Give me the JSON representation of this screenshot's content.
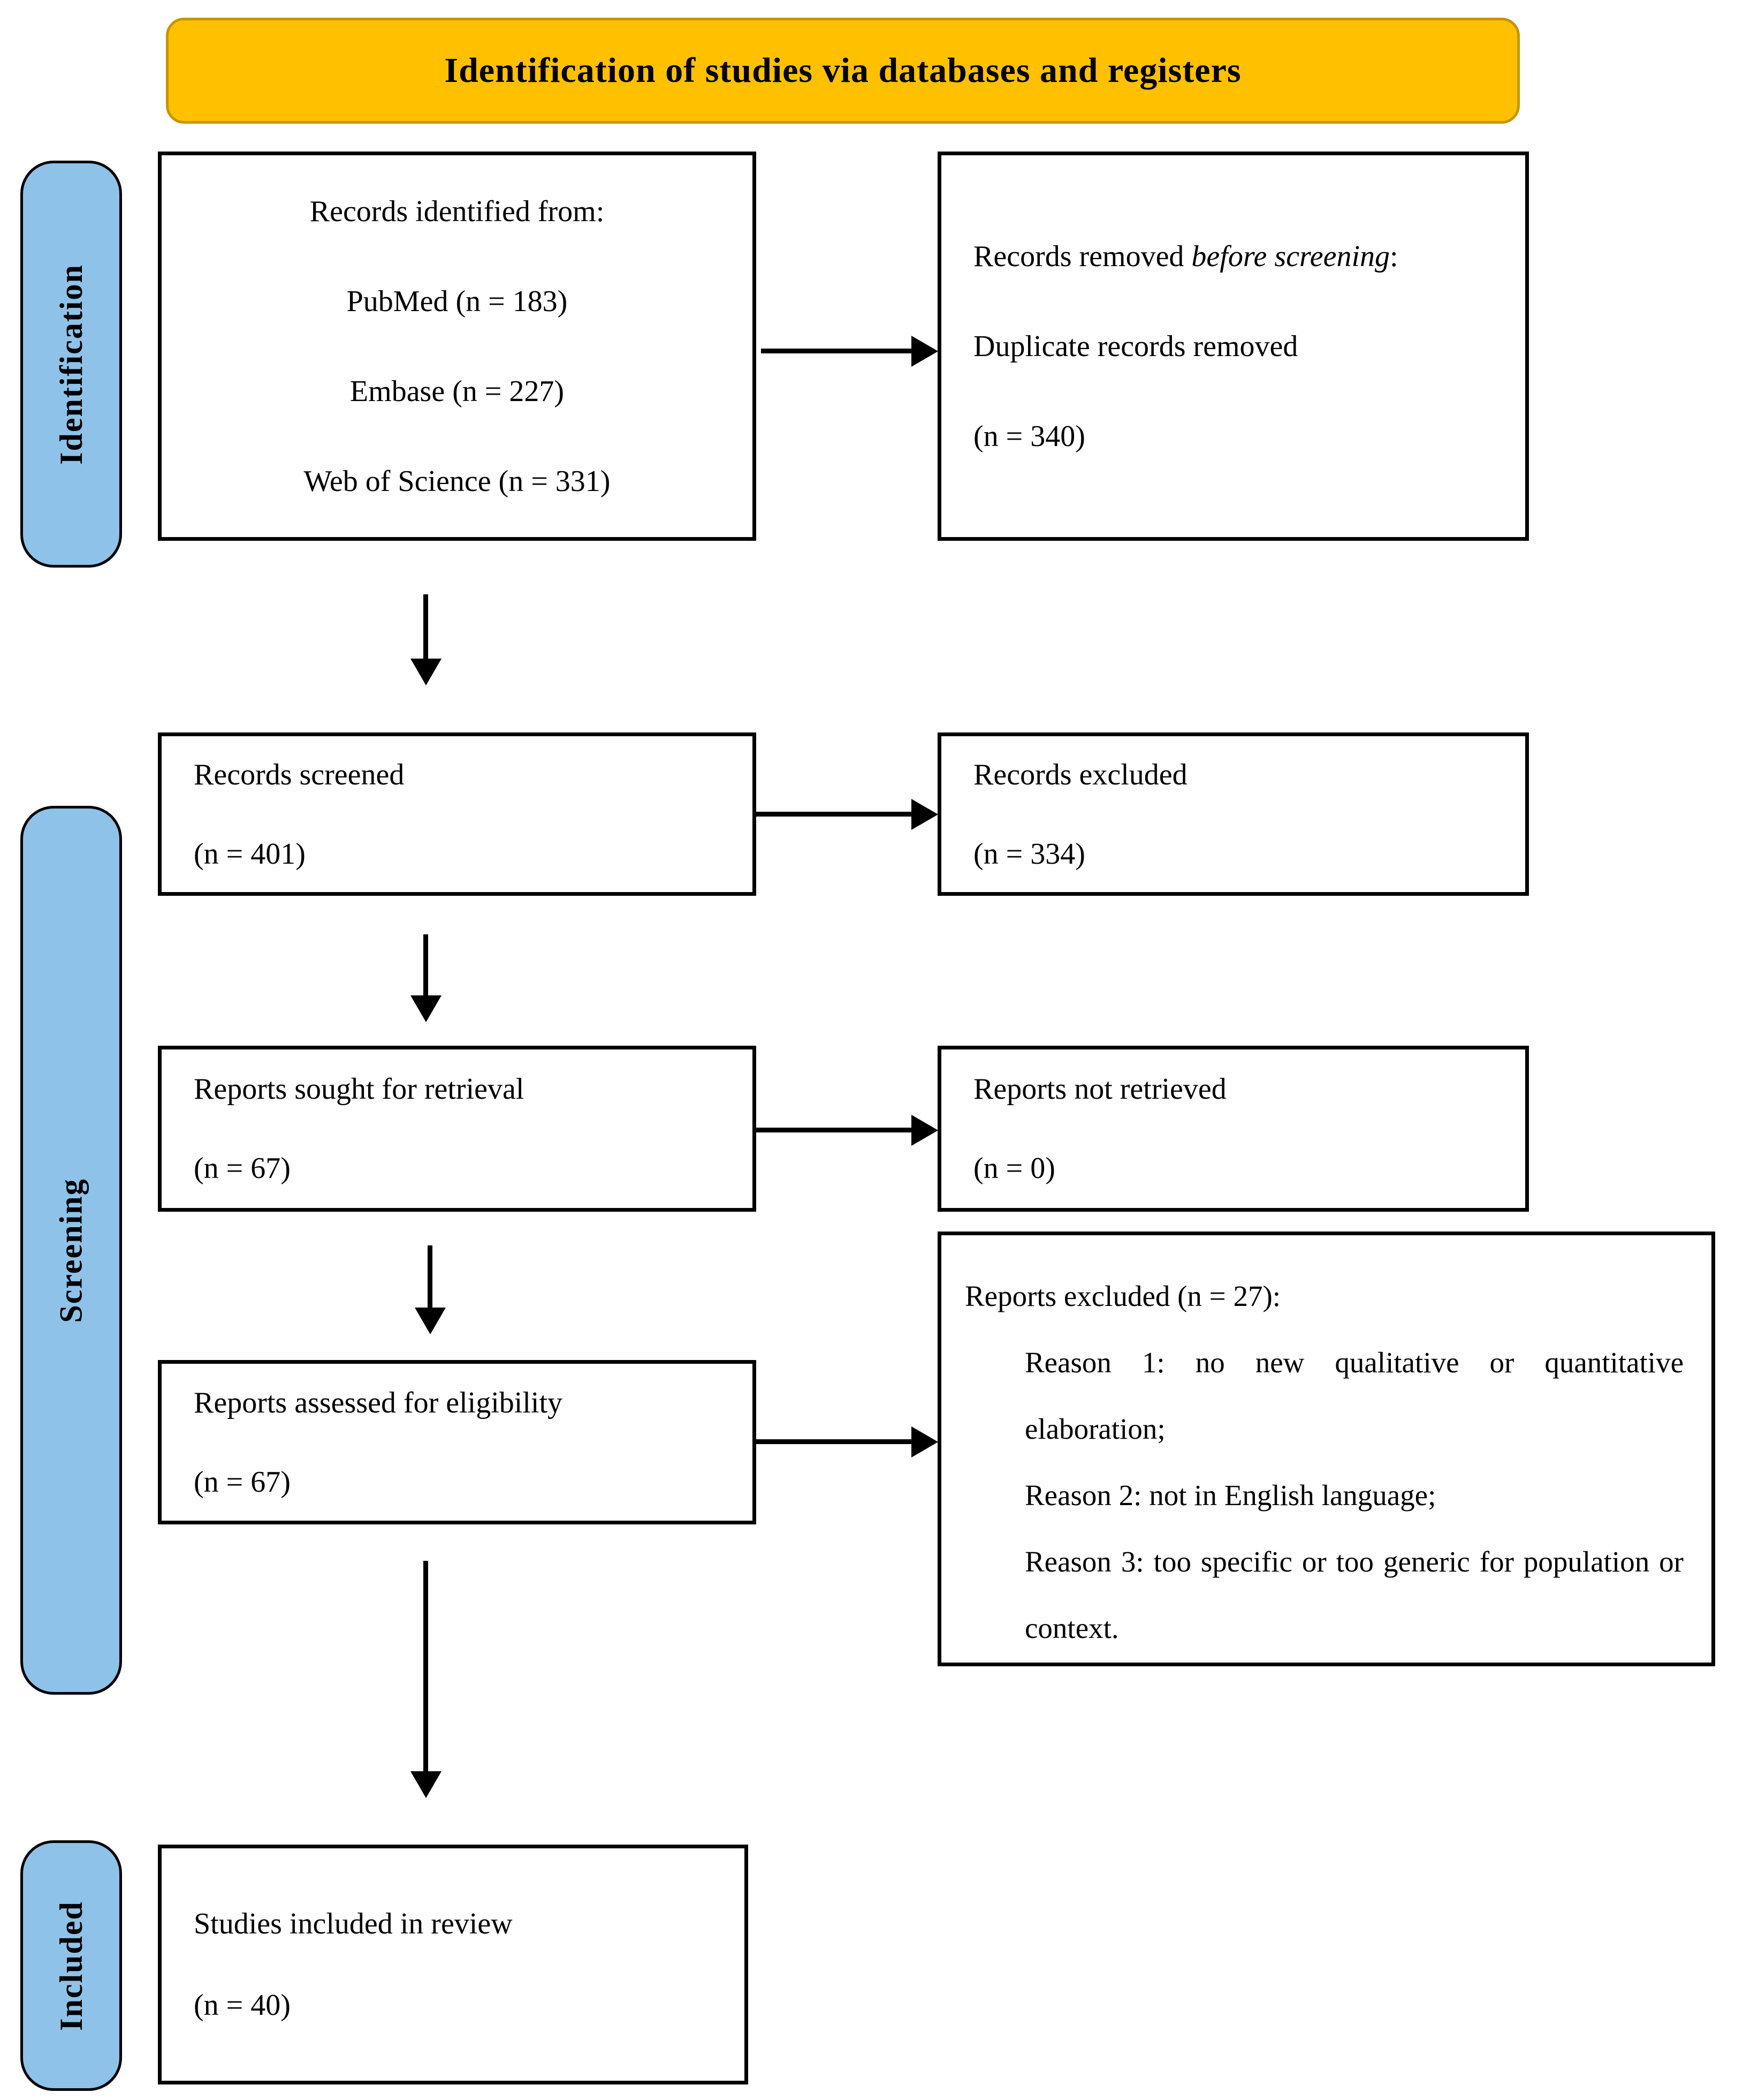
{
  "colors": {
    "banner-bg": "#FFC000",
    "banner-border": "#C79500",
    "stage-bg": "#8EC2E8",
    "line": "#000000"
  },
  "banner": {
    "title": "Identification of studies via databases and registers"
  },
  "stages": {
    "identification": "Identification",
    "screening": "Screening",
    "included": "Included"
  },
  "boxes": {
    "records_identified": {
      "lines": [
        "Records identified from:",
        "PubMed (n = 183)",
        "Embase (n = 227)",
        "Web of Science (n = 331)"
      ]
    },
    "records_removed": {
      "prefix": "Records removed ",
      "italic": "before screening",
      "suffix": ":",
      "line2": "Duplicate records removed",
      "count": "(n = 340)"
    },
    "records_screened": {
      "line1": "Records screened",
      "count": "(n = 401)"
    },
    "records_excluded": {
      "line1": "Records excluded",
      "count": "(n = 334)"
    },
    "reports_sought": {
      "line1": "Reports sought for retrieval",
      "count": "(n = 67)"
    },
    "reports_not_retrieved": {
      "line1": "Reports not retrieved",
      "count": "(n = 0)"
    },
    "reports_assessed": {
      "line1": "Reports assessed for eligibility",
      "count": "(n = 67)"
    },
    "reports_excluded": {
      "heading": "Reports excluded (n = 27):",
      "reasons": [
        "Reason 1: no new qualitative or quantitative elaboration;",
        "Reason 2: not in English language;",
        "Reason 3: too specific or too generic for population or context."
      ]
    },
    "studies_included": {
      "line1": "Studies included in review",
      "count": "(n = 40)"
    }
  }
}
